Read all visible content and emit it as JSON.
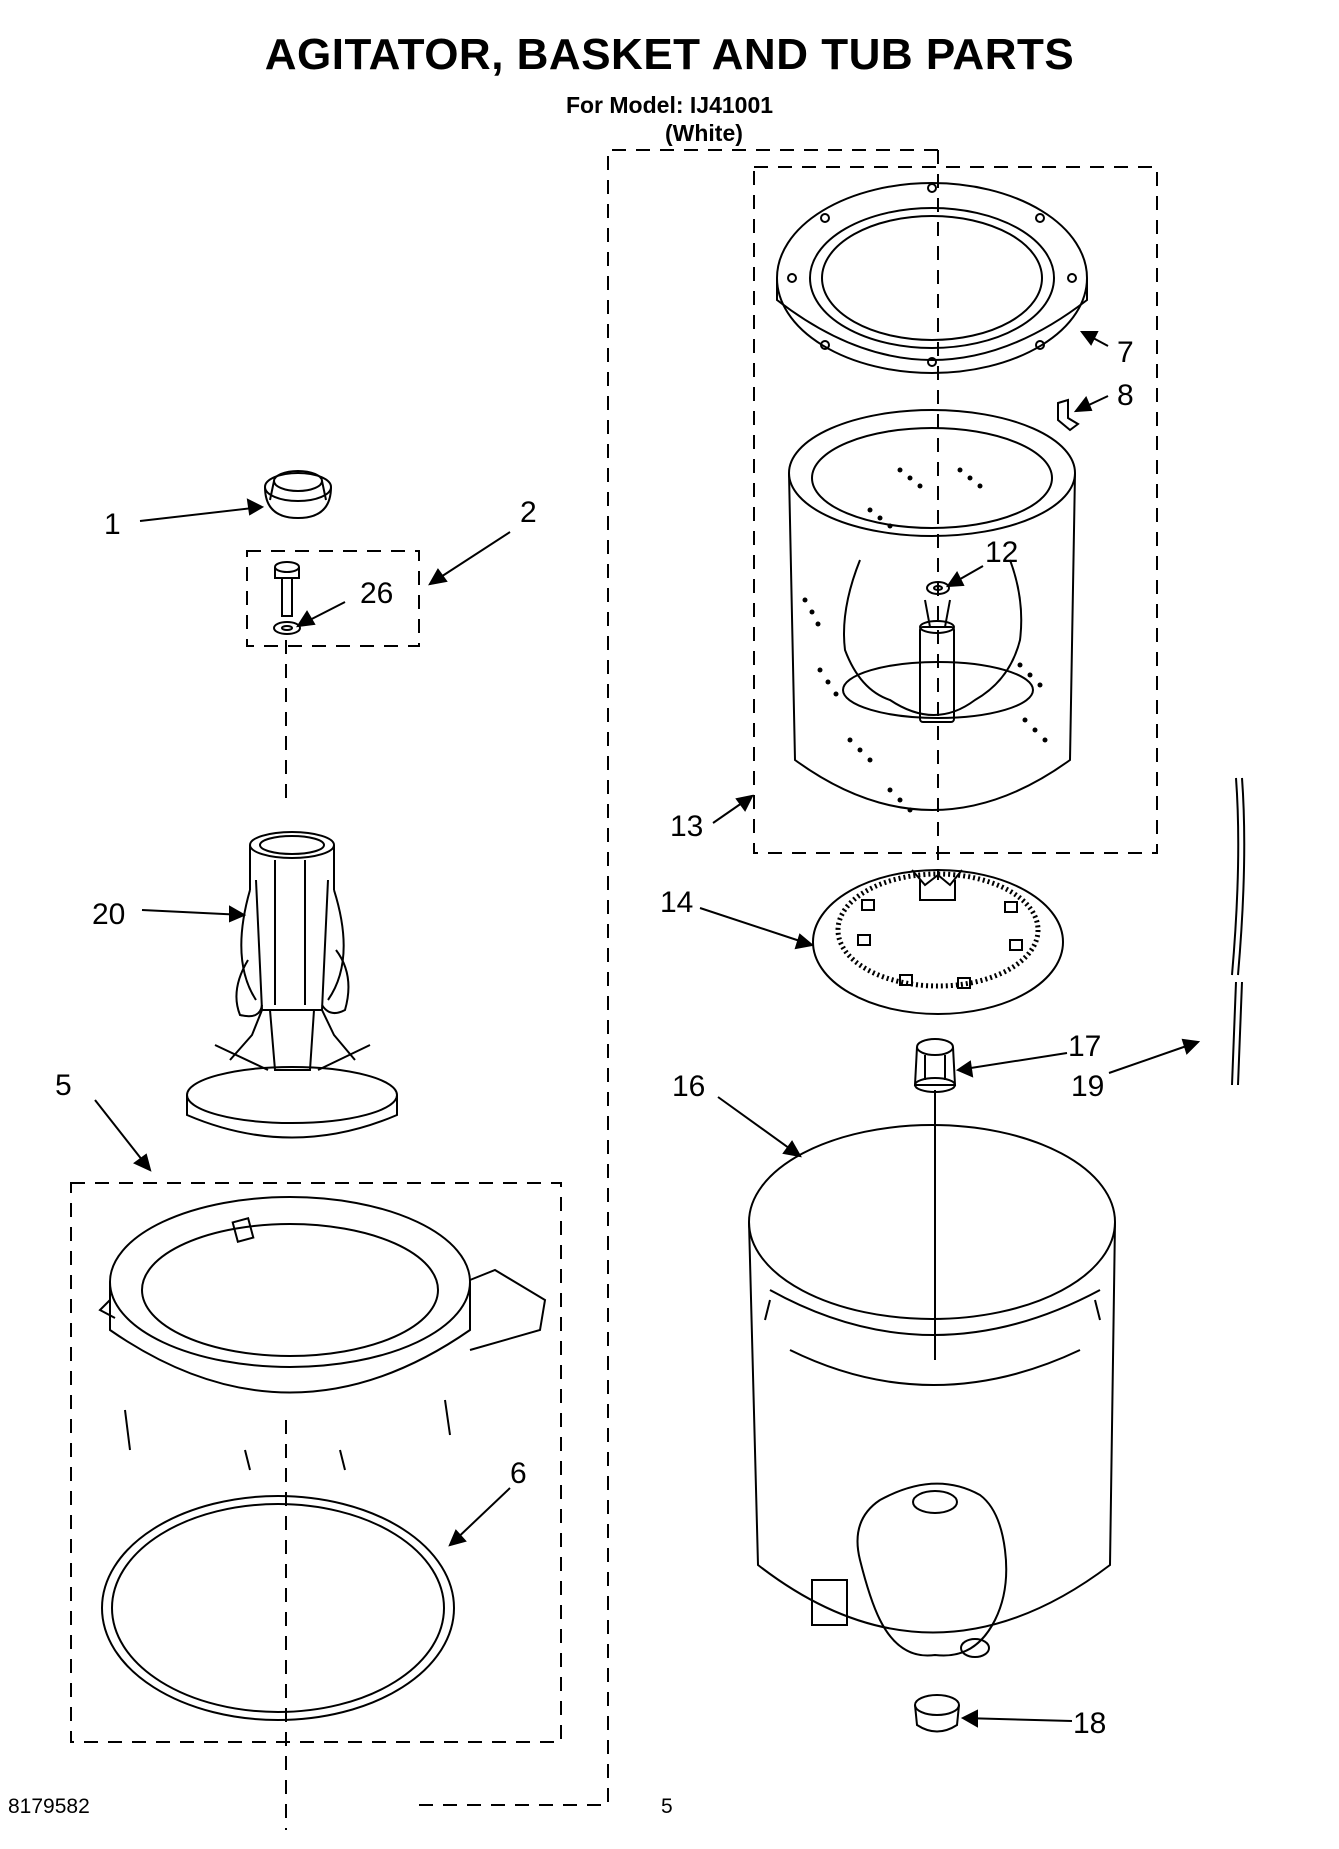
{
  "header": {
    "title": "AGITATOR, BASKET AND TUB PARTS",
    "model_line": "For Model: IJ41001",
    "variant": "(White)"
  },
  "footer": {
    "document_number": "8179582",
    "page_number": "5"
  },
  "parts": [
    {
      "id": "p1",
      "label": "1"
    },
    {
      "id": "p2",
      "label": "2"
    },
    {
      "id": "p26",
      "label": "26"
    },
    {
      "id": "p20",
      "label": "20"
    },
    {
      "id": "p5",
      "label": "5"
    },
    {
      "id": "p6",
      "label": "6"
    },
    {
      "id": "p7",
      "label": "7"
    },
    {
      "id": "p8",
      "label": "8"
    },
    {
      "id": "p12",
      "label": "12"
    },
    {
      "id": "p13",
      "label": "13"
    },
    {
      "id": "p14",
      "label": "14"
    },
    {
      "id": "p16",
      "label": "16"
    },
    {
      "id": "p17",
      "label": "17"
    },
    {
      "id": "p19",
      "label": "19"
    },
    {
      "id": "p18",
      "label": "18"
    }
  ]
}
